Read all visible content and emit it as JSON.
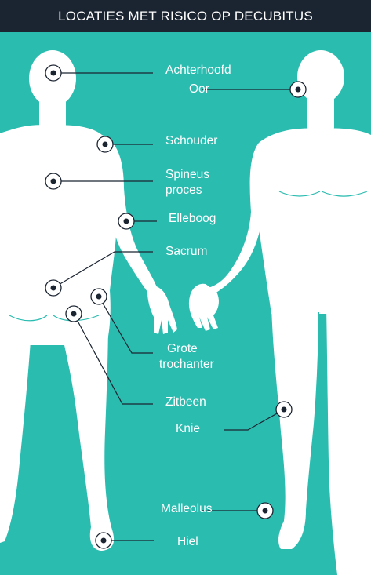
{
  "title": "LOCATIES MET RISICO OP DECUBITUS",
  "colors": {
    "header_bg": "#1b2431",
    "background": "#2bbcb0",
    "body_fill": "#ffffff",
    "marker": "#1b2431",
    "line": "#1b2431",
    "detail": "#2bbcb0"
  },
  "figures": [
    "rear-view-body",
    "front-view-body"
  ],
  "labels": {
    "achterhoofd": "Achterhoofd",
    "oor": "Oor",
    "schouder": "Schouder",
    "spineus_1": "Spineus",
    "spineus_2": "proces",
    "elleboog": "Elleboog",
    "sacrum": "Sacrum",
    "grote_trochanter_1": "Grote",
    "grote_trochanter_2": "trochanter",
    "zitbeen": "Zitbeen",
    "knie": "Knie",
    "malleolus": "Malleolus",
    "hiel": "Hiel"
  }
}
